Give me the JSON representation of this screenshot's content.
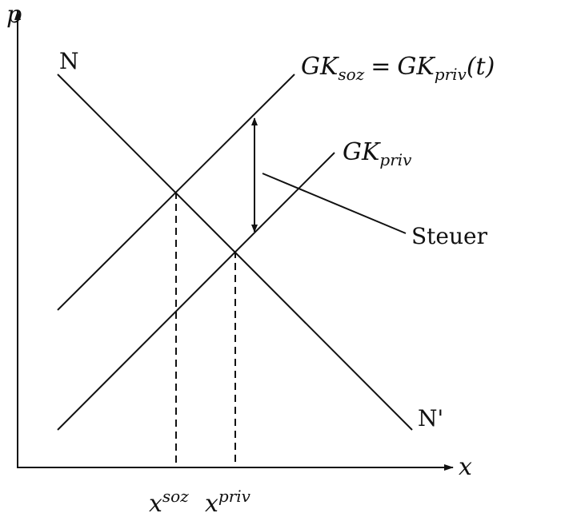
{
  "axes": {
    "y_label": "p",
    "x_label": "x"
  },
  "curves": {
    "demand_start": "N",
    "demand_end": "N'",
    "social_cost": {
      "main": "GK",
      "sub": "soz",
      "eq": "=",
      "main2": "GK",
      "sub2": "priv",
      "arg": "(t)"
    },
    "private_cost": {
      "main": "GK",
      "sub": "priv"
    }
  },
  "annotation": {
    "tax": "Steuer"
  },
  "ticks": {
    "x_soz": {
      "main": "x",
      "sup": "soz"
    },
    "x_priv": {
      "main": "x",
      "sup": "priv"
    }
  }
}
